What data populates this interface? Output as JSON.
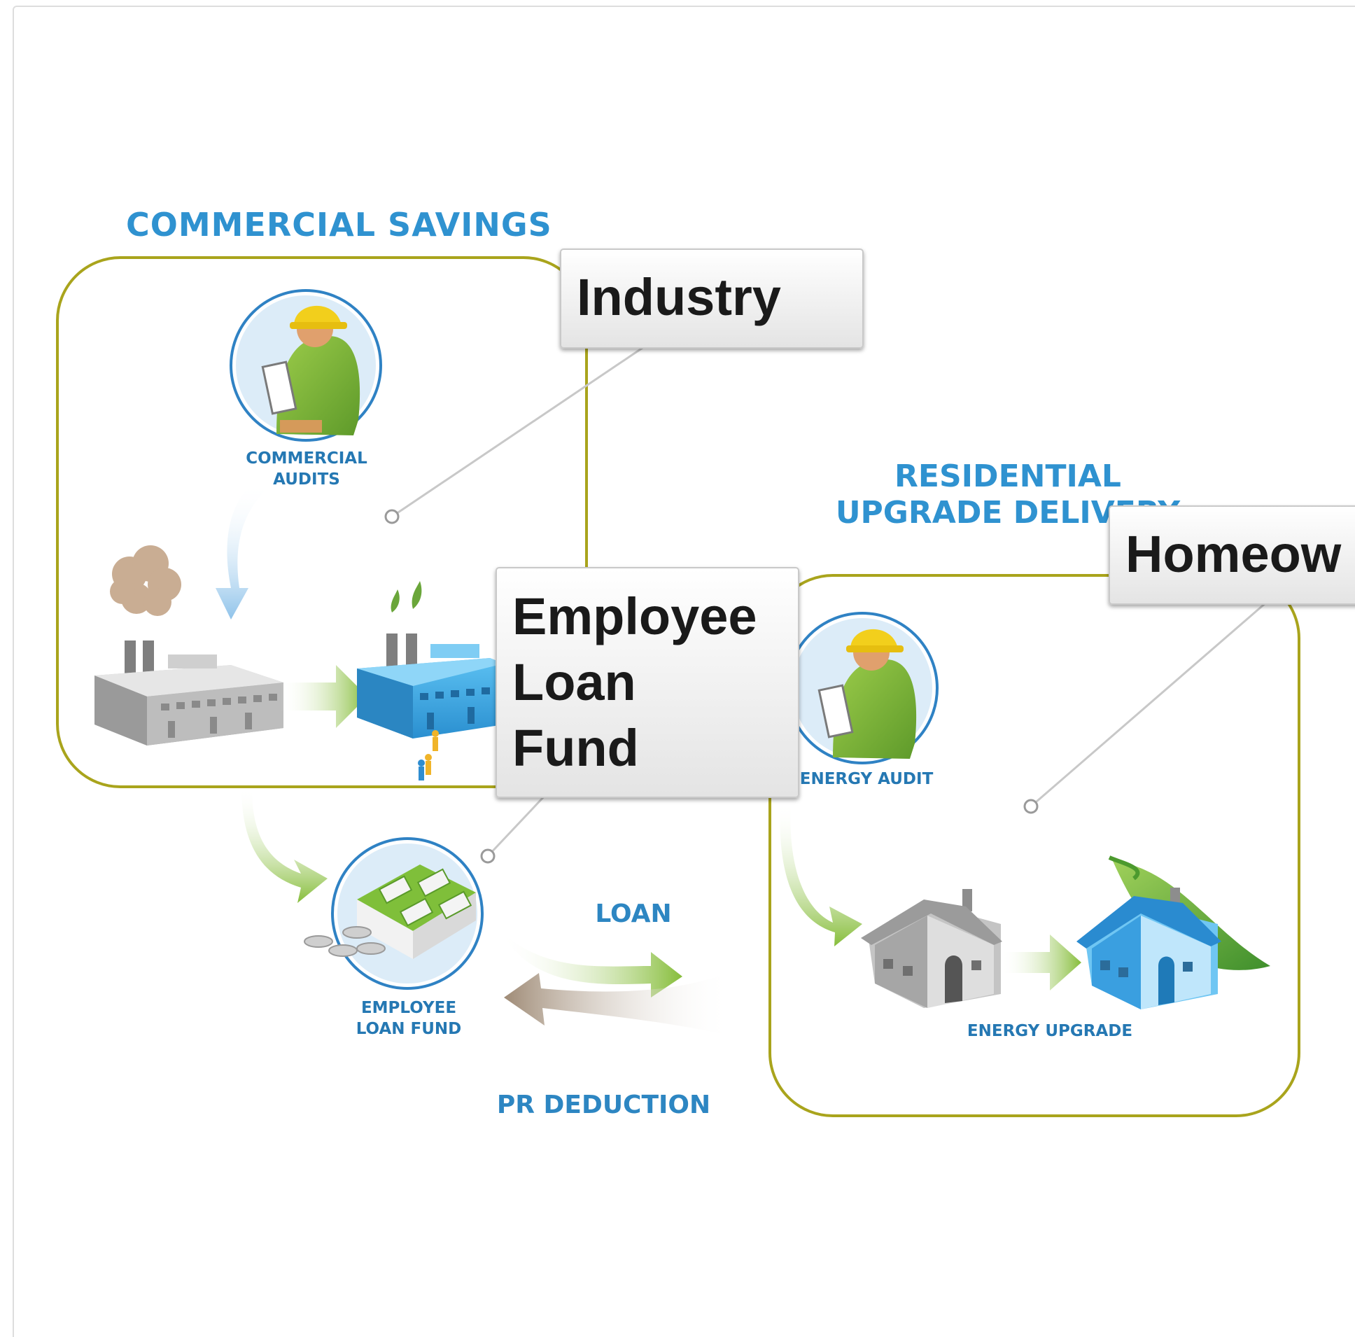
{
  "diagram": {
    "commercial_title": "COMMERCIAL SAVINGS",
    "commercial_audits_label": [
      "COMMERCIAL",
      "AUDITS"
    ],
    "residential_title": [
      "RESIDENTIAL",
      "UPGRADE DELIVERY"
    ],
    "energy_audit_label": "ENERGY AUDIT",
    "employee_loan_fund_label": [
      "EMPLOYEE",
      "LOAN FUND"
    ],
    "loan_label": "LOAN",
    "pr_deduction_label": "PR DEDUCTION",
    "energy_upgrade_label": "ENERGY UPGRADE"
  },
  "callouts": {
    "industry": "Industry",
    "employee_loan_fund": [
      "Employee",
      "Loan",
      "Fund"
    ],
    "homeowner": "Homeow"
  },
  "colors": {
    "box_border": "#a9a41c",
    "title_blue": "#2f92d0",
    "green_arrow": "#8bbf3b",
    "building_blue": "#35a6e6",
    "building_grey": "#b4b4b4"
  }
}
